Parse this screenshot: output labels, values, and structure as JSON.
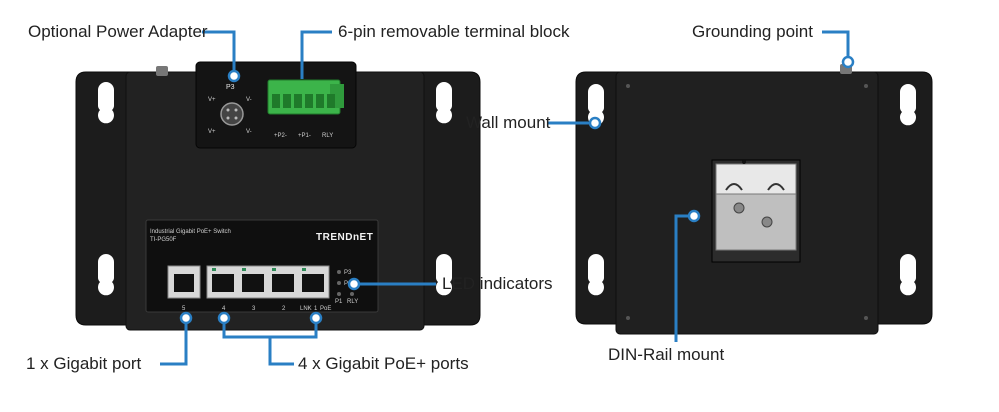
{
  "callouts": {
    "power_adapter": "Optional Power Adapter",
    "terminal_block": "6-pin removable terminal block",
    "grounding": "Grounding point",
    "wall_mount": "Wall mount",
    "led_indicators": "LED indicators",
    "gigabit_port": "1 x Gigabit port",
    "poe_ports": "4 x Gigabit PoE+ ports",
    "din_rail": "DIN-Rail mount"
  },
  "device": {
    "model_line": "Industrial Gigabit PoE+ Switch",
    "model_code": "TI-PG50F",
    "brand": "TRENDnET",
    "power_port_label": "P3",
    "power_vplus": "V+",
    "power_vminus": "V-",
    "terminal_labels": [
      "+P2-",
      "+P1-",
      "RLY"
    ],
    "port_numbers": [
      "5",
      "4",
      "3",
      "2",
      "1"
    ],
    "port_legend": "LNK",
    "poe_legend": "PoE",
    "led_labels": [
      "P3",
      "P2",
      "P1",
      "RLY"
    ]
  },
  "colors": {
    "accent": "#2a7fc4",
    "terminal_green": "#3cb44a",
    "body_black": "#1a1a1a"
  }
}
